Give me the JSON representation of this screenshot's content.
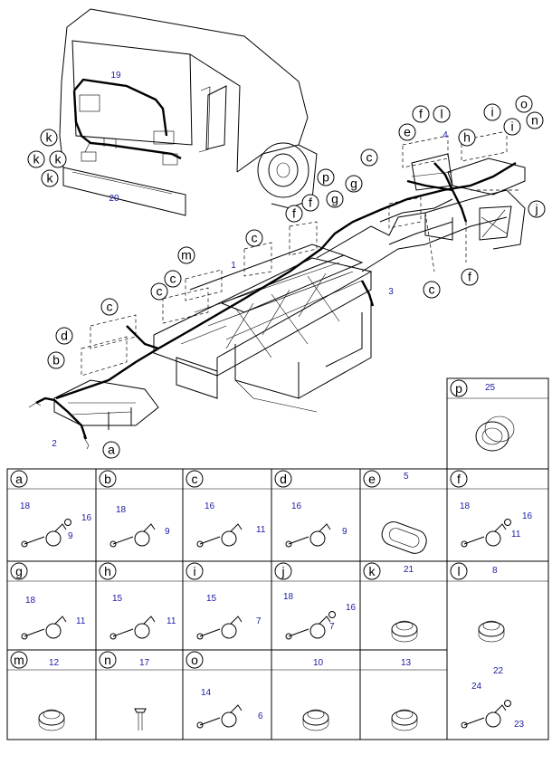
{
  "callouts": {
    "main": [
      "k",
      "k",
      "k",
      "k",
      "d",
      "b",
      "c",
      "c",
      "c",
      "m",
      "c",
      "f",
      "f",
      "p",
      "g",
      "g",
      "c",
      "e",
      "f",
      "l",
      "h",
      "i",
      "i",
      "o",
      "n",
      "j",
      "f",
      "c",
      "a"
    ],
    "numbers": [
      "19",
      "20",
      "1",
      "2",
      "3",
      "4"
    ]
  },
  "cells": [
    {
      "letter": "a",
      "parts": [
        "18",
        "16",
        "9"
      ]
    },
    {
      "letter": "b",
      "parts": [
        "18",
        "9"
      ]
    },
    {
      "letter": "c",
      "parts": [
        "16",
        "11"
      ]
    },
    {
      "letter": "d",
      "parts": [
        "16",
        "9"
      ]
    },
    {
      "letter": "e",
      "parts": [
        "5"
      ]
    },
    {
      "letter": "f",
      "parts": [
        "18",
        "16",
        "11"
      ]
    },
    {
      "letter": "g",
      "parts": [
        "18",
        "11"
      ]
    },
    {
      "letter": "h",
      "parts": [
        "15",
        "11"
      ]
    },
    {
      "letter": "i",
      "parts": [
        "15",
        "7"
      ]
    },
    {
      "letter": "j",
      "parts": [
        "18",
        "16",
        "7"
      ]
    },
    {
      "letter": "k",
      "parts": [
        "21"
      ]
    },
    {
      "letter": "l",
      "parts": [
        "8"
      ]
    },
    {
      "letter": "m",
      "parts": [
        "12"
      ]
    },
    {
      "letter": "n",
      "parts": [
        "17"
      ]
    },
    {
      "letter": "o",
      "parts": [
        "14",
        "6"
      ]
    },
    {
      "letter": "",
      "parts": [
        "10"
      ]
    },
    {
      "letter": "",
      "parts": [
        "13"
      ]
    },
    {
      "letter": "",
      "parts": [
        "22",
        "24",
        "23"
      ]
    }
  ],
  "p_cell": {
    "letter": "p",
    "parts": [
      "25"
    ]
  }
}
